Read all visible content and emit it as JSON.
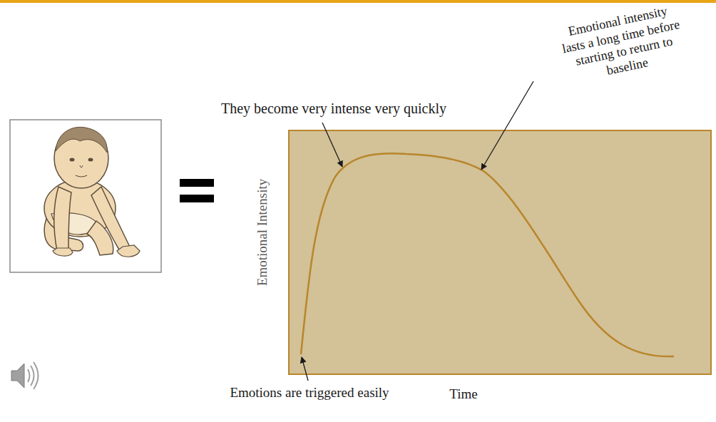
{
  "diagram": {
    "labels": [
      "They become very intense very quickly",
      "Emotional intensity lasts a long time before starting to return to baseline",
      "Emotional Intensity",
      "Emotions are triggered easily",
      "Time"
    ]
  }
}
